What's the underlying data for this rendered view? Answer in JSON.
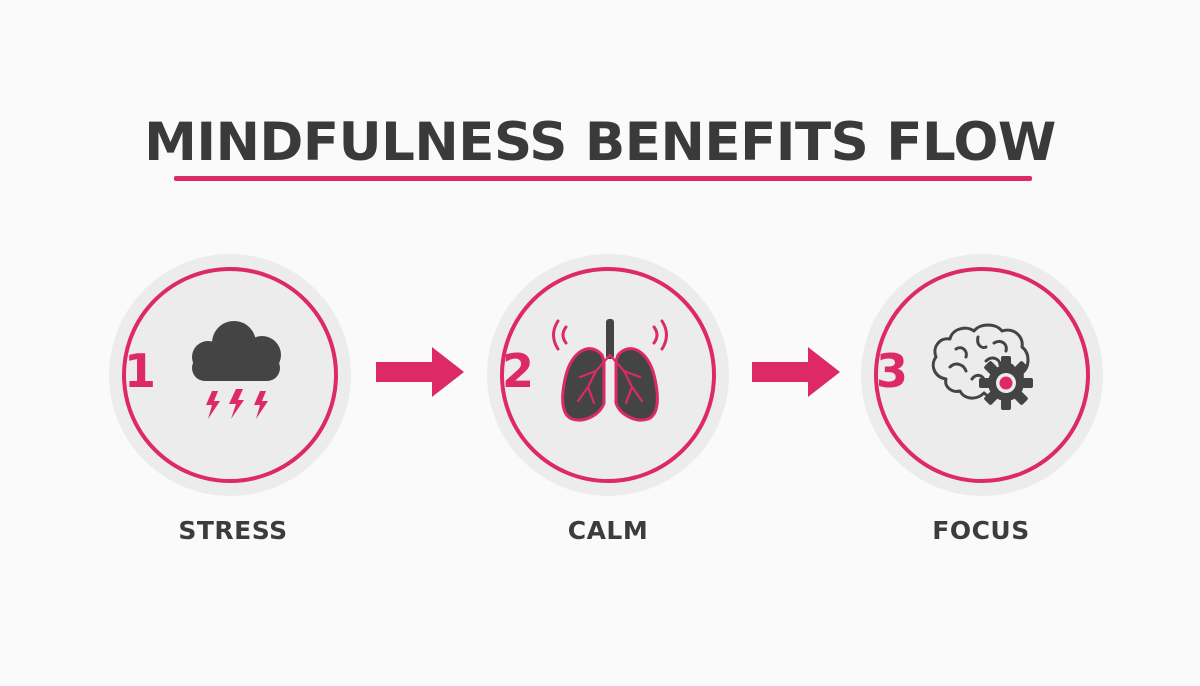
{
  "diagram": {
    "title": "MINDFULNESS BENEFITS FLOW",
    "steps": [
      {
        "number": "1",
        "label": "STRESS",
        "icon": "storm-cloud-icon"
      },
      {
        "number": "2",
        "label": "CALM",
        "icon": "lungs-icon"
      },
      {
        "number": "3",
        "label": "FOCUS",
        "icon": "brain-gear-icon"
      }
    ],
    "colors": {
      "accent": "#dd2a67",
      "text": "#3a3a3a",
      "icon": "#444444",
      "disc": "#ececec",
      "background": "#fafafa"
    }
  }
}
